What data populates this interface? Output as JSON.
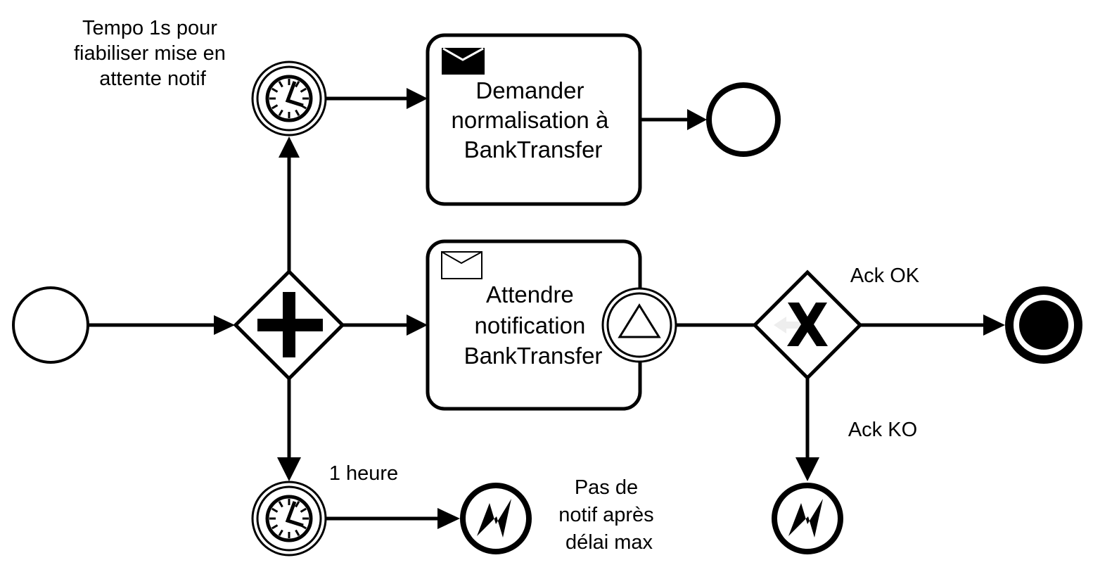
{
  "diagram": {
    "type": "BPMN process",
    "colors": {
      "stroke": "#000000",
      "fill": "#ffffff",
      "ghost_arrow": "#eeeeee"
    },
    "nodes": {
      "start_event": {
        "kind": "start-event",
        "label": ""
      },
      "parallel_gateway": {
        "kind": "parallel-gateway",
        "icon": "plus-icon"
      },
      "timer_top": {
        "kind": "intermediate-timer-event",
        "icon": "clock-icon",
        "label_lines": [
          "Tempo 1s pour",
          "fiabiliser mise en",
          "attente notif"
        ]
      },
      "task_send": {
        "kind": "send-task",
        "icon": "filled-envelope-icon",
        "label_lines": [
          "Demander",
          "normalisation à",
          "BankTransfer"
        ]
      },
      "end_event_top": {
        "kind": "end-event",
        "label": ""
      },
      "task_receive": {
        "kind": "receive-task",
        "icon": "envelope-outline-icon",
        "label_lines": [
          "Attendre",
          "notification",
          "BankTransfer"
        ]
      },
      "boundary_signal": {
        "kind": "boundary-signal-event",
        "icon": "triangle-icon"
      },
      "xor_gateway": {
        "kind": "exclusive-gateway",
        "icon": "x-icon"
      },
      "terminate_end": {
        "kind": "terminate-end-event",
        "label": ""
      },
      "timer_bottom": {
        "kind": "intermediate-timer-event",
        "icon": "clock-icon",
        "label_lines": [
          "1 heure"
        ]
      },
      "error_end_timeout": {
        "kind": "error-end-event",
        "icon": "lightning-icon",
        "label_lines": [
          "Pas de",
          "notif après",
          "délai max"
        ]
      },
      "error_end_ko": {
        "kind": "error-end-event",
        "icon": "lightning-icon",
        "label": ""
      }
    },
    "flows": [
      {
        "from": "start_event",
        "to": "parallel_gateway",
        "label": ""
      },
      {
        "from": "parallel_gateway",
        "to": "timer_top",
        "label": ""
      },
      {
        "from": "parallel_gateway",
        "to": "task_receive",
        "label": ""
      },
      {
        "from": "parallel_gateway",
        "to": "timer_bottom",
        "label": ""
      },
      {
        "from": "timer_top",
        "to": "task_send",
        "label": ""
      },
      {
        "from": "task_send",
        "to": "end_event_top",
        "label": ""
      },
      {
        "from": "boundary_signal",
        "to": "xor_gateway",
        "label": ""
      },
      {
        "from": "xor_gateway",
        "to": "terminate_end",
        "label": "Ack OK"
      },
      {
        "from": "xor_gateway",
        "to": "error_end_ko",
        "label": "Ack KO"
      },
      {
        "from": "timer_bottom",
        "to": "error_end_timeout",
        "label": ""
      }
    ]
  }
}
